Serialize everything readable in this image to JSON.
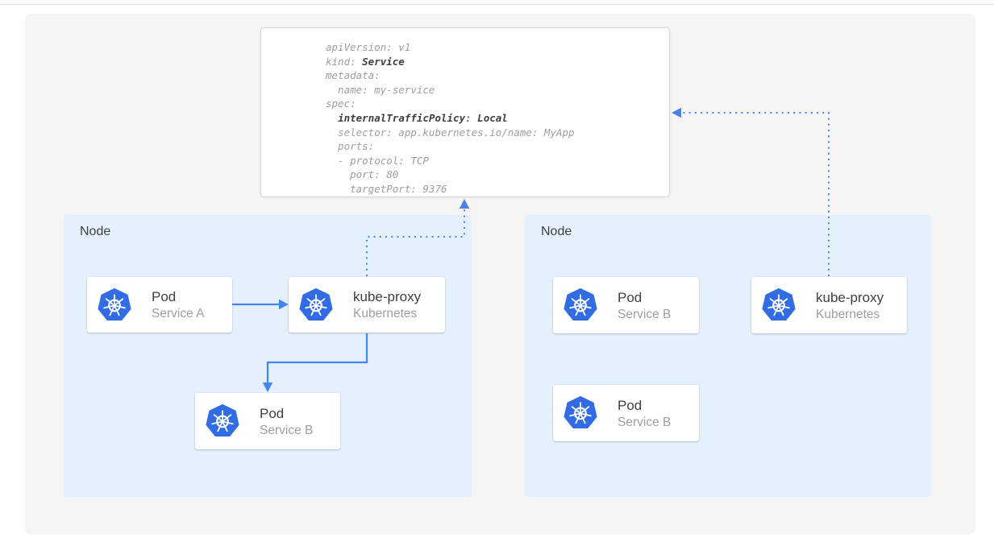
{
  "colors": {
    "panel_bg": "#f5f5f6",
    "node_bg": "#e4f1fc",
    "card_bg": "#ffffff",
    "accent_blue": "#4285f4",
    "dotted_blue": "#4c80e6",
    "k8s_blue": "#326ce5",
    "title_text": "#3b4045",
    "muted_text": "#9aa0a6",
    "yaml_text": "#9e9e9e",
    "yaml_bold_text": "#3c4043"
  },
  "yaml": {
    "l1": "apiVersion: v1",
    "l2a": "kind: ",
    "l2b": "Service",
    "l3": "metadata:",
    "l4": "  name: my-service",
    "l5": "spec:",
    "l6a": "  ",
    "l6b": "internalTrafficPolicy",
    "l6c": ": ",
    "l6d": "Local",
    "l7": "  selector: app.kubernetes.io/name: MyApp",
    "l8": "  ports:",
    "l9": "  - protocol: TCP",
    "l10": "    port: 80",
    "l11": "    targetPort: 9376"
  },
  "nodes": {
    "left": {
      "label": "Node"
    },
    "right": {
      "label": "Node"
    }
  },
  "cards": {
    "pod_a": {
      "title": "Pod",
      "subtitle": "Service A"
    },
    "kube_proxy_left": {
      "title": "kube-proxy",
      "subtitle": "Kubernetes"
    },
    "pod_b_left": {
      "title": "Pod",
      "subtitle": "Service B"
    },
    "pod_b_right_top": {
      "title": "Pod",
      "subtitle": "Service B"
    },
    "kube_proxy_right": {
      "title": "kube-proxy",
      "subtitle": "Kubernetes"
    },
    "pod_b_right_bottom": {
      "title": "Pod",
      "subtitle": "Service B"
    }
  }
}
